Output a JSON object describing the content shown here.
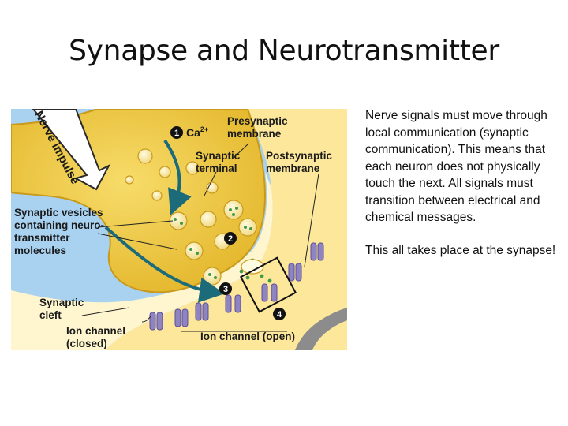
{
  "title": "Synapse and Neurotransmitter",
  "paragraphs": [
    "Nerve signals must move through local communication (synaptic communication). This means that each neuron does not physically touch the next.  All signals must transition between electrical and chemical messages.",
    "This all takes place at the synapse!"
  ],
  "diagram": {
    "arrow_label": "Nerve impulse",
    "labels": {
      "ca": "Ca",
      "ca_sup": "2+",
      "presynaptic_1": "Presynaptic",
      "presynaptic_2": "membrane",
      "terminal_1": "Synaptic",
      "terminal_2": "terminal",
      "postsynaptic_1": "Postsynaptic",
      "postsynaptic_2": "membrane",
      "vesicles_1": "Synaptic vesicles",
      "vesicles_2": "containing neuro-",
      "vesicles_3": "transmitter",
      "vesicles_4": "molecules",
      "cleft_1": "Synaptic",
      "cleft_2": "cleft",
      "ion_closed_1": "Ion channel",
      "ion_closed_2": "(closed)",
      "ion_open": "Ion channel (open)"
    },
    "steps": [
      "1",
      "2",
      "3",
      "4"
    ],
    "colors": {
      "background": "#a9d2f0",
      "terminal": "#f1cf45",
      "postsynaptic": "#fce79b",
      "cleft": "#fff6d0",
      "channel": "#8f84c2",
      "arrow": "#1c6b7a"
    }
  }
}
